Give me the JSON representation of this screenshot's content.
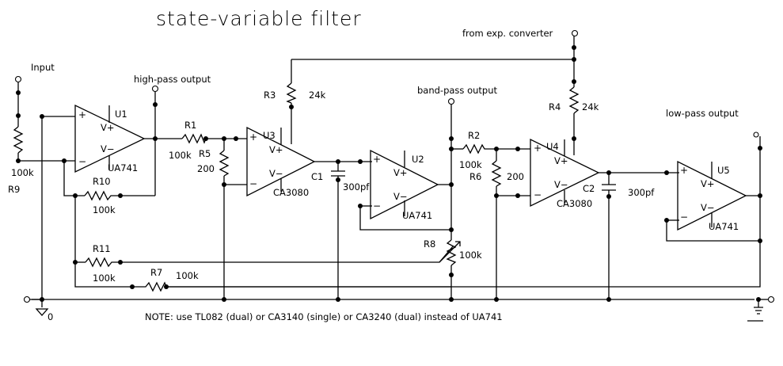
{
  "title": "state-variable filter",
  "terminals": {
    "input": "Input",
    "high_pass": "high-pass output",
    "band_pass": "band-pass output",
    "low_pass": "low-pass output",
    "exp_converter": "from exp. converter",
    "ground_node": "0"
  },
  "opamps": [
    {
      "ref": "U1",
      "part": "UA741",
      "plus": "+",
      "minus": "−",
      "vplus": "V+",
      "vminus": "V−"
    },
    {
      "ref": "U3",
      "part": "CA3080",
      "plus": "+",
      "minus": "−",
      "vplus": "V+",
      "vminus": "V−"
    },
    {
      "ref": "U2",
      "part": "UA741",
      "plus": "+",
      "minus": "−",
      "vplus": "V+",
      "vminus": "V−"
    },
    {
      "ref": "U4",
      "part": "CA3080",
      "plus": "+",
      "minus": "−",
      "vplus": "V+",
      "vminus": "V−"
    },
    {
      "ref": "U5",
      "part": "UA741",
      "plus": "+",
      "minus": "−",
      "vplus": "V+",
      "vminus": "V−"
    }
  ],
  "resistors": {
    "R1": {
      "ref": "R1",
      "value": "100k"
    },
    "R2": {
      "ref": "R2",
      "value": "100k"
    },
    "R3": {
      "ref": "R3",
      "value": "24k"
    },
    "R4": {
      "ref": "R4",
      "value": "24k"
    },
    "R5": {
      "ref": "R5",
      "value": "200"
    },
    "R6": {
      "ref": "R6",
      "value": "200"
    },
    "R7": {
      "ref": "R7",
      "value": "100k"
    },
    "R8": {
      "ref": "R8",
      "value": "100k"
    },
    "R9": {
      "ref": "R9",
      "value": "100k"
    },
    "R10": {
      "ref": "R10",
      "value": "100k"
    },
    "R11": {
      "ref": "R11",
      "value": "100k"
    }
  },
  "capacitors": {
    "C1": {
      "ref": "C1",
      "value": "300pf"
    },
    "C2": {
      "ref": "C2",
      "value": "300pf"
    }
  },
  "note": "NOTE: use TL082 (dual) or CA3140 (single) or CA3240 (dual) instead of UA741"
}
